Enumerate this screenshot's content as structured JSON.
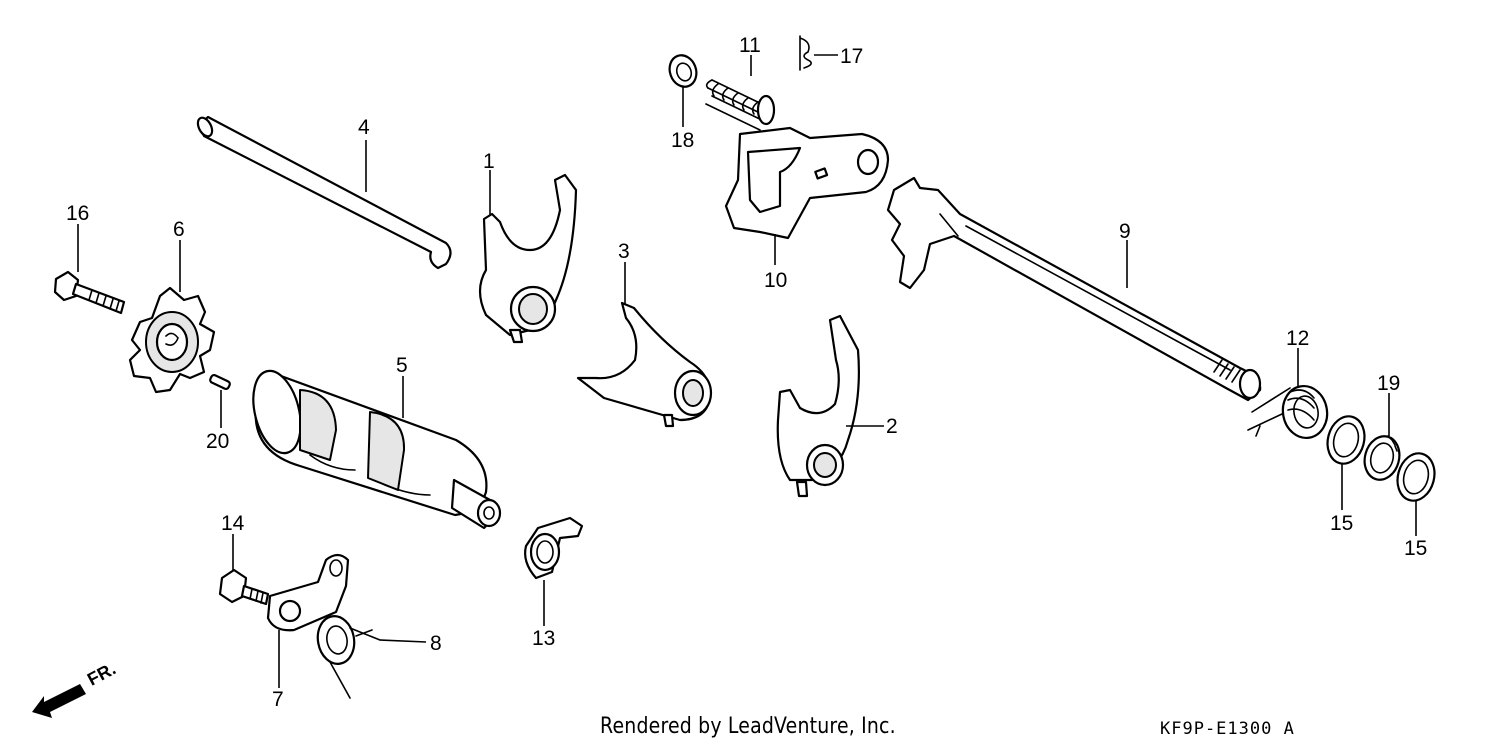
{
  "diagram": {
    "callouts": [
      "1",
      "2",
      "3",
      "4",
      "5",
      "6",
      "7",
      "8",
      "9",
      "10",
      "11",
      "12",
      "13",
      "14",
      "15",
      "15",
      "16",
      "17",
      "18",
      "19",
      "20"
    ],
    "direction_label": "FR.",
    "footer_credit": "Rendered by LeadVenture, Inc.",
    "footer_code": "KF9P-E1300 A"
  }
}
